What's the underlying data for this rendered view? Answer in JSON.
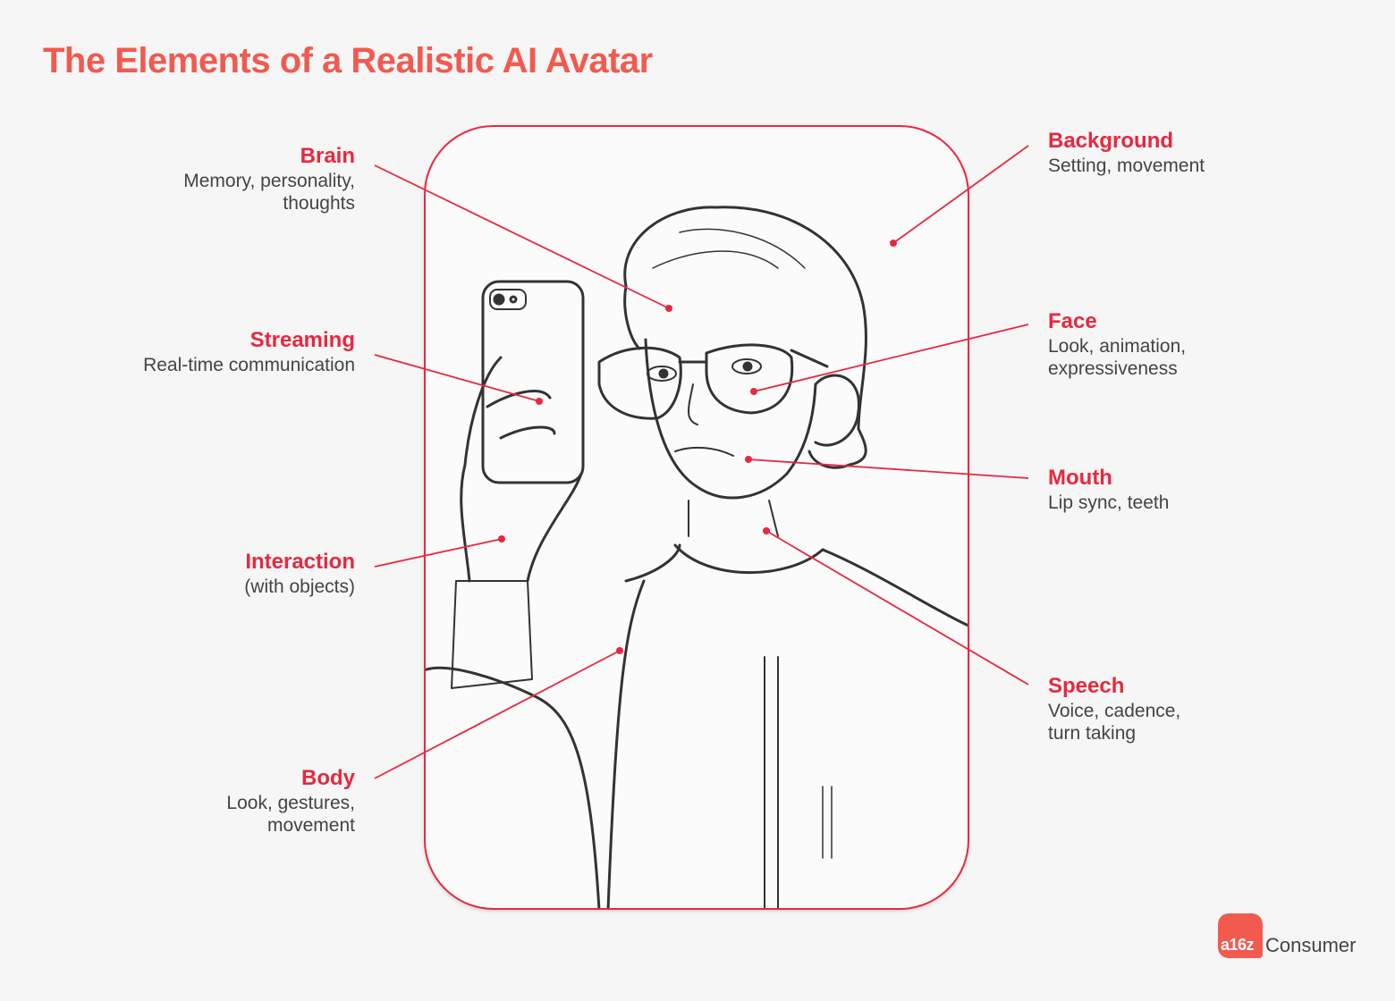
{
  "title": "The Elements of a Realistic AI Avatar",
  "colors": {
    "title": "#f25a4f",
    "accent": "#e8283e",
    "text": "#444444",
    "background": "#f6f6f6"
  },
  "labels": {
    "brain": {
      "name": "Brain",
      "desc": "Memory, personality,\nthoughts"
    },
    "streaming": {
      "name": "Streaming",
      "desc": "Real-time communication"
    },
    "interaction": {
      "name": "Interaction",
      "desc": "(with objects)"
    },
    "body": {
      "name": "Body",
      "desc": "Look, gestures,\nmovement"
    },
    "background": {
      "name": "Background",
      "desc": "Setting, movement"
    },
    "face": {
      "name": "Face",
      "desc": "Look, animation,\nexpressiveness"
    },
    "mouth": {
      "name": "Mouth",
      "desc": "Lip sync, teeth"
    },
    "speech": {
      "name": "Speech",
      "desc": "Voice, cadence,\nturn taking"
    }
  },
  "illustration": {
    "subject": "sketch of a young person with glasses holding a smartphone, wearing a zip hoodie"
  },
  "logo": {
    "mark": "a16z",
    "text": "Consumer"
  }
}
